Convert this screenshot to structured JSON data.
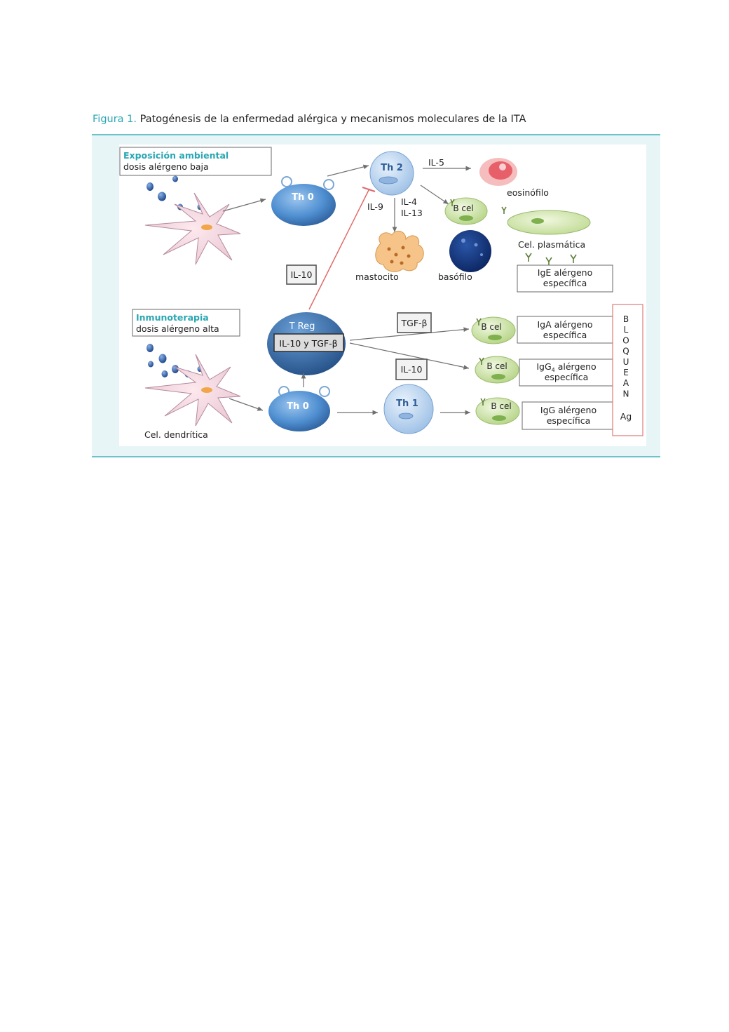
{
  "caption": {
    "label": "Figura 1.",
    "text": "Patogénesis de la enfermedad alérgica y mecanismos moleculares de la ITA"
  },
  "environmental": {
    "title": "Exposición ambiental",
    "subtitle": "dosis alérgeno baja"
  },
  "immunotherapy": {
    "title": "Inmunoterapia",
    "subtitle": "dosis alérgeno alta"
  },
  "cells": {
    "th0_top": "Th 0",
    "th0_bottom": "Th 0",
    "th2": "Th 2",
    "th1": "Th 1",
    "treg": "T Reg",
    "treg_cytokines": "IL-10 y TGF-β",
    "bcel_top": "B cel",
    "bcel_iga": "B cel",
    "bcel_igg4": "B cel",
    "bcel_igg": "B cel",
    "eosinophil": "eosinófilo",
    "plasma": "Cel. plasmática",
    "mast": "mastocito",
    "basophil": "basófilo",
    "dendritic": "Cel. dendrítica"
  },
  "cytokines": {
    "il5": "IL-5",
    "il9": "IL-9",
    "il4": "IL-4",
    "il13": "IL-13",
    "il10_box": "IL-10",
    "tgfb_box": "TGF-β",
    "il10_lower_box": "IL-10"
  },
  "outcomes": {
    "ige_line1": "IgE alérgeno",
    "ige_line2": "específica",
    "iga_line1": "IgA alérgeno",
    "iga_line2": "específica",
    "igg4_prefix": "IgG",
    "igg4_sub": "4",
    "igg4_suffix": " alérgeno",
    "igg4_line2": "específica",
    "igg_line1": "IgG alérgeno",
    "igg_line2": "específica"
  },
  "block": {
    "letters": [
      "B",
      "L",
      "O",
      "Q",
      "U",
      "E",
      "A",
      "N"
    ],
    "ag": "Ag"
  },
  "colors": {
    "accent_teal": "#2aa7b3",
    "inhibition_red": "#e06a6a",
    "th_blue": "#4a86c8",
    "bcell_green": "#cfe3a8"
  }
}
